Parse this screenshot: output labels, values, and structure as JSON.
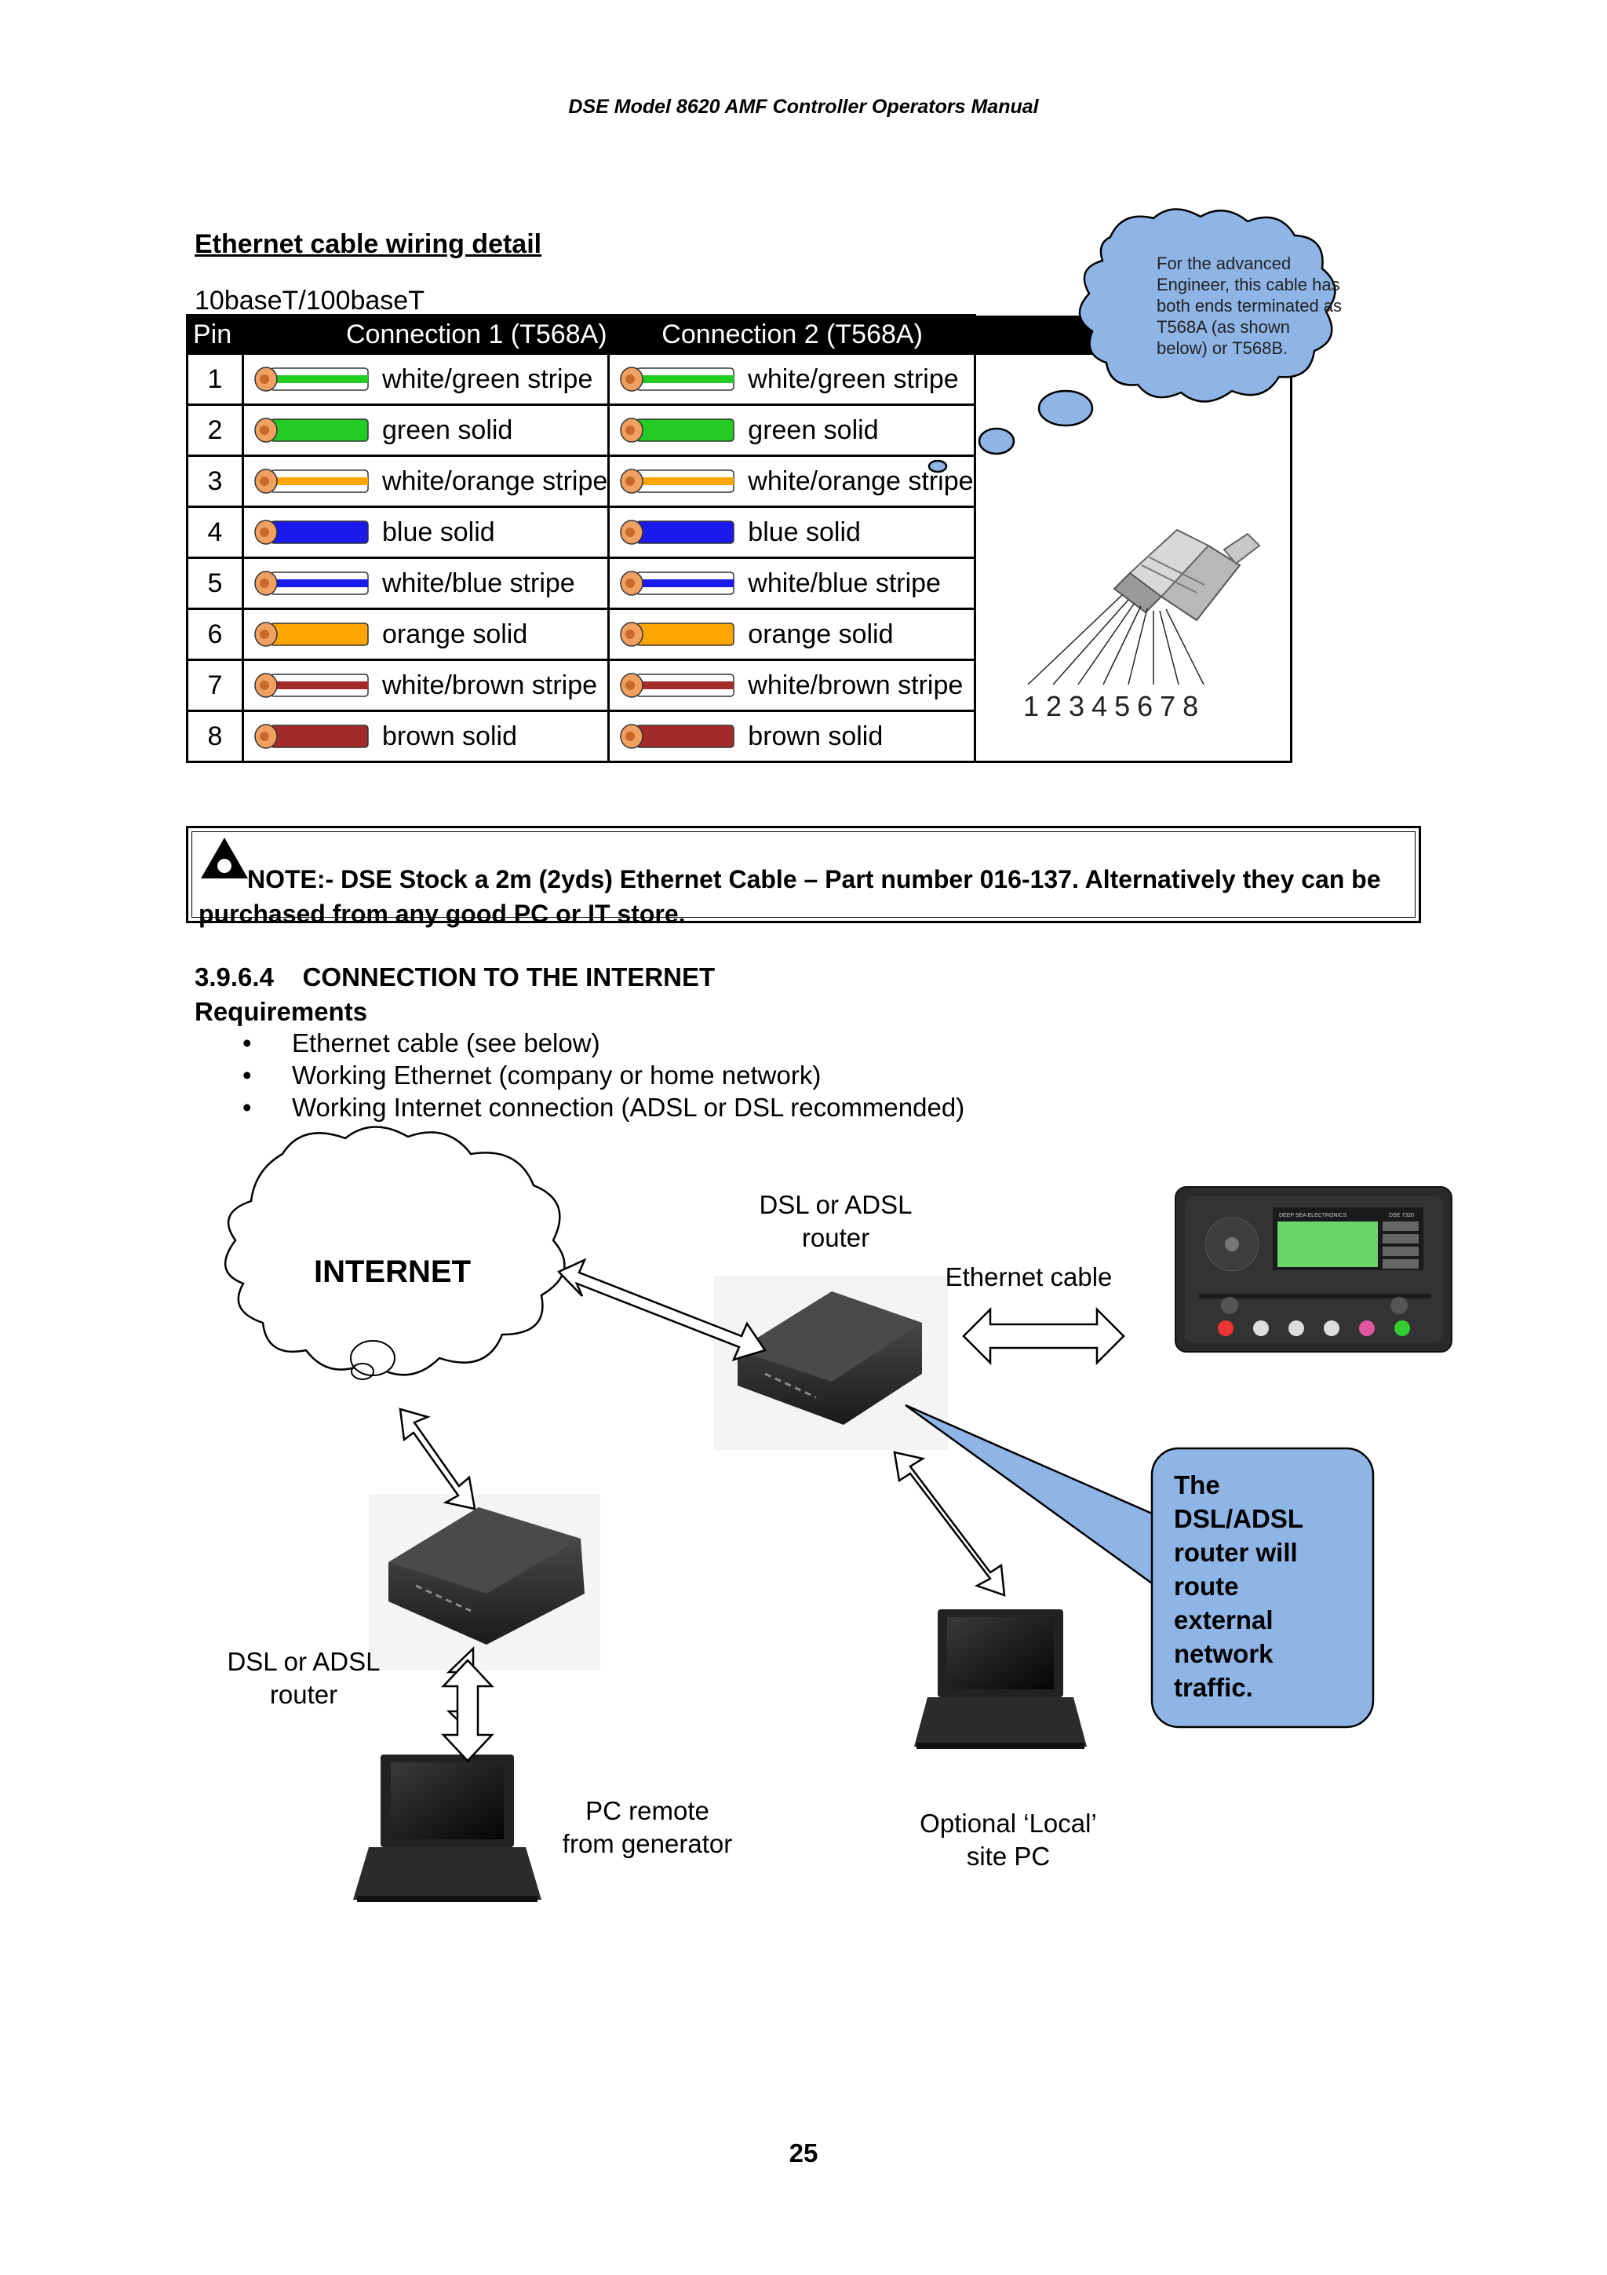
{
  "header": {
    "title": "DSE Model 8620 AMF Controller Operators Manual"
  },
  "ethernet_section": {
    "title": "Ethernet cable wiring detail",
    "subtitle": "10baseT/100baseT",
    "columns": [
      "Pin",
      "Connection 1 (T568A)",
      "Connection 2 (T568A)"
    ],
    "rows": [
      {
        "pin": "1",
        "label": "white/green stripe",
        "wire": "stripe",
        "color": "#22cc22"
      },
      {
        "pin": "2",
        "label": "green solid",
        "wire": "solid",
        "color": "#22cc22"
      },
      {
        "pin": "3",
        "label": "white/orange stripe",
        "wire": "stripe",
        "color": "#ffa500"
      },
      {
        "pin": "4",
        "label": "blue solid",
        "wire": "solid",
        "color": "#1a1aee"
      },
      {
        "pin": "5",
        "label": "white/blue stripe",
        "wire": "stripe",
        "color": "#1a1aee"
      },
      {
        "pin": "6",
        "label": "orange solid",
        "wire": "solid",
        "color": "#ffa500"
      },
      {
        "pin": "7",
        "label": "white/brown stripe",
        "wire": "stripe",
        "color": "#a52a2a"
      },
      {
        "pin": "8",
        "label": "brown solid",
        "wire": "solid",
        "color": "#a52a2a"
      }
    ],
    "connector_pins": "12345678",
    "callout": "For the advanced Engineer, this cable has both ends terminated as T568A (as shown below) or T568B."
  },
  "note": {
    "text": "NOTE:- DSE Stock a 2m (2yds) Ethernet Cable – Part number 016-137. Alternatively they can be purchased from any good PC or IT store."
  },
  "internet_section": {
    "heading": "3.9.6.4    CONNECTION TO THE INTERNET",
    "requirements_title": "Requirements",
    "requirements": [
      "Ethernet cable (see below)",
      "Working Ethernet (company or home network)",
      "Working Internet connection (ADSL or DSL recommended)"
    ],
    "diagram": {
      "cloud_label": "INTERNET",
      "router_top_label_1": "DSL or ADSL",
      "router_top_label_2": "router",
      "ethernet_label": "Ethernet cable",
      "router_left_label_1": "DSL or ADSL",
      "router_left_label_2": "router",
      "pc_remote_1": "PC remote",
      "pc_remote_2": "from generator",
      "pc_local_1": "Optional ‘Local’",
      "pc_local_2": "site PC",
      "callout_lines": [
        "The",
        "DSL/ADSL",
        "router will",
        "route",
        "external",
        "network",
        "traffic."
      ],
      "controller_brand": "DEEP SEA ELECTRONICS",
      "controller_model": "DSE 7320"
    }
  },
  "footer": {
    "page_number": "25"
  }
}
